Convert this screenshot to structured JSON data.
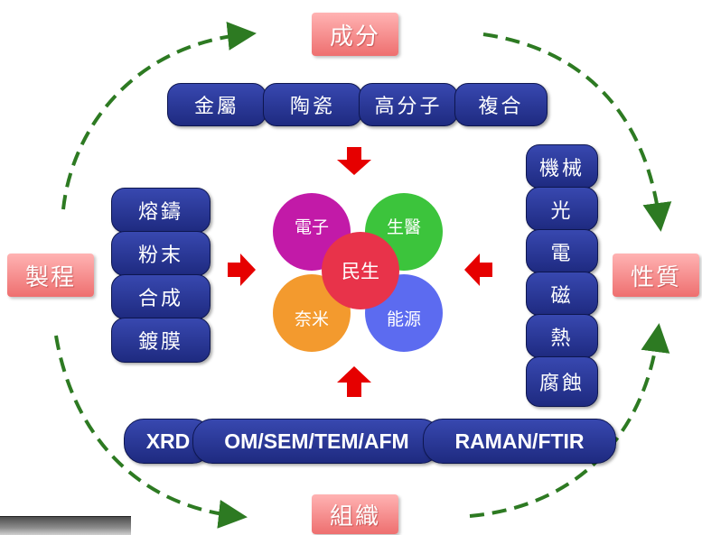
{
  "nodes": {
    "composition": "成分",
    "properties": "性質",
    "structure": "組織",
    "processing": "製程"
  },
  "materials": [
    "金屬",
    "陶瓷",
    "高分子",
    "複合"
  ],
  "processes": [
    "熔鑄",
    "粉末",
    "合成",
    "鍍膜"
  ],
  "property_types": [
    "機械",
    "光",
    "電",
    "磁",
    "熱",
    "腐蝕"
  ],
  "characterization": [
    "XRD",
    "OM/SEM/TEM/AFM",
    "RAMAN/FTIR"
  ],
  "applications": {
    "electronics": "電子",
    "biomedical": "生醫",
    "nano": "奈米",
    "energy": "能源",
    "livelihood": "民生"
  },
  "colors": {
    "pink_box": "#ee6f6f",
    "navy_pill": "#1e2a80",
    "cycle_arrow": "#2d7a22",
    "inward_arrow": "#e60000",
    "electronics": "#c21aa8",
    "biomedical": "#3cc43c",
    "nano": "#f39a2e",
    "energy": "#5c6bf0",
    "livelihood": "#e8334a"
  }
}
